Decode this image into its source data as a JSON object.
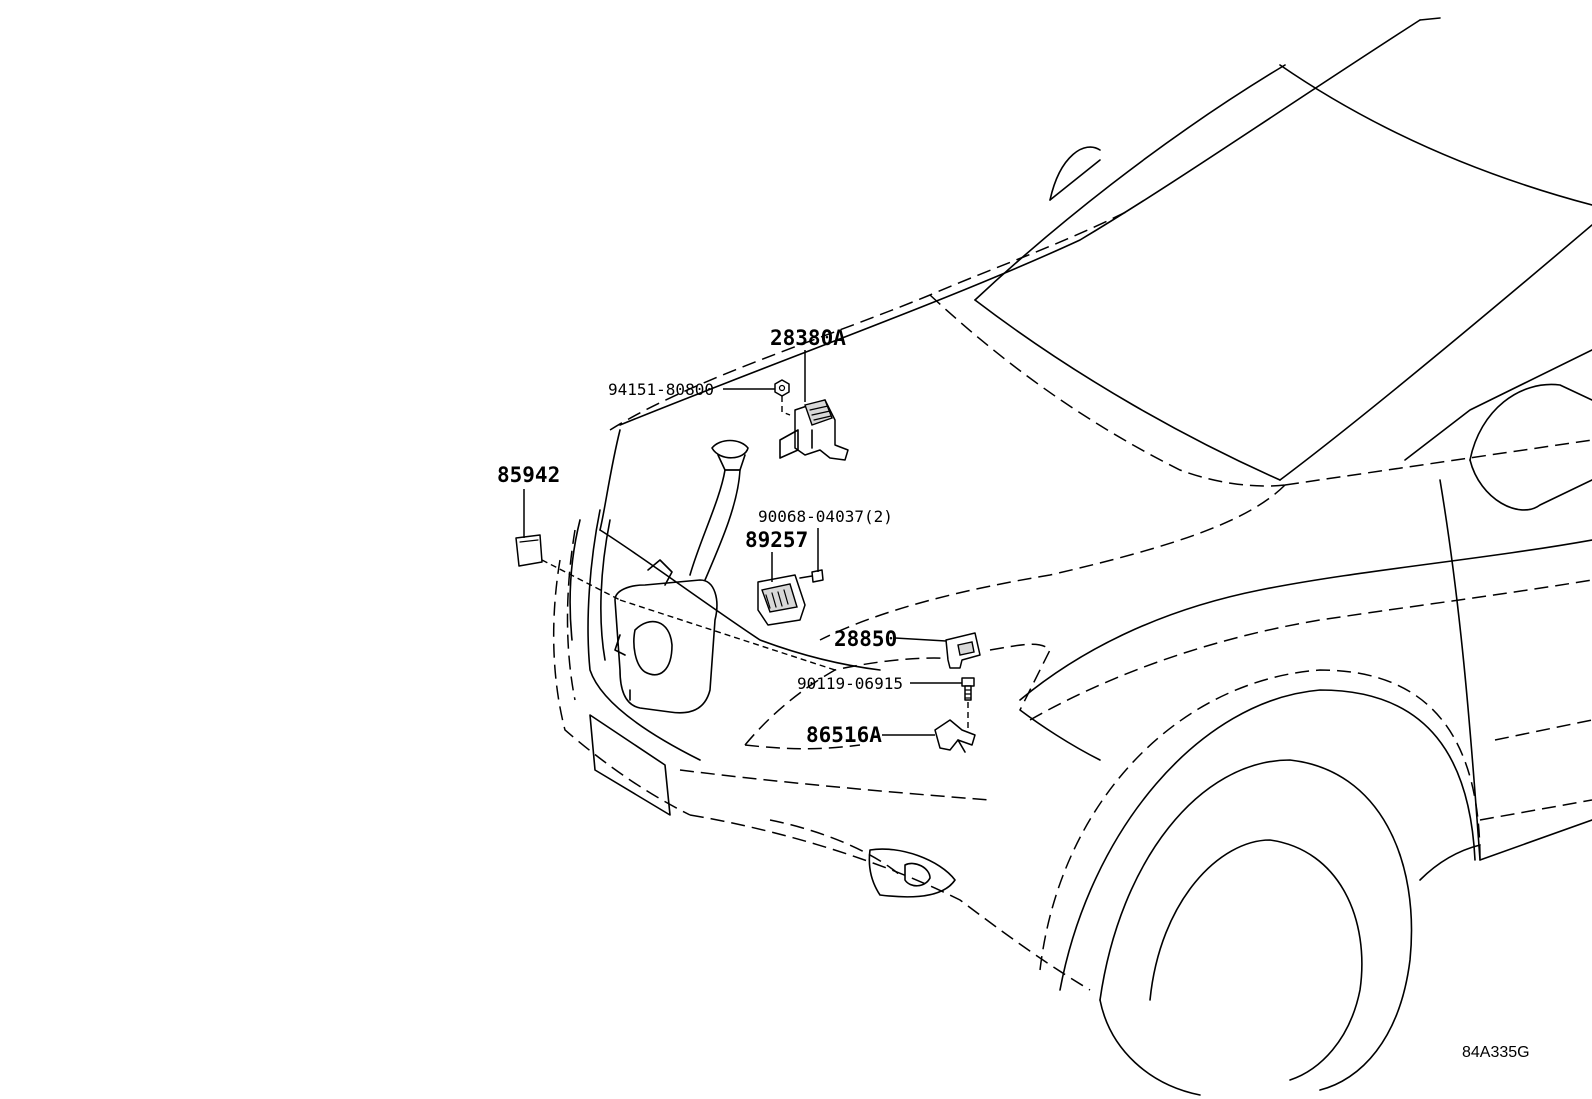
{
  "callouts": {
    "c28380A": "28380A",
    "c94151": "94151-80800",
    "c85942": "85942",
    "c90068": "90068-04037(2)",
    "c89257": "89257",
    "c28850": "28850",
    "c90119": "90119-06915",
    "c86516A": "86516A"
  },
  "diagram_code": "84A335G"
}
